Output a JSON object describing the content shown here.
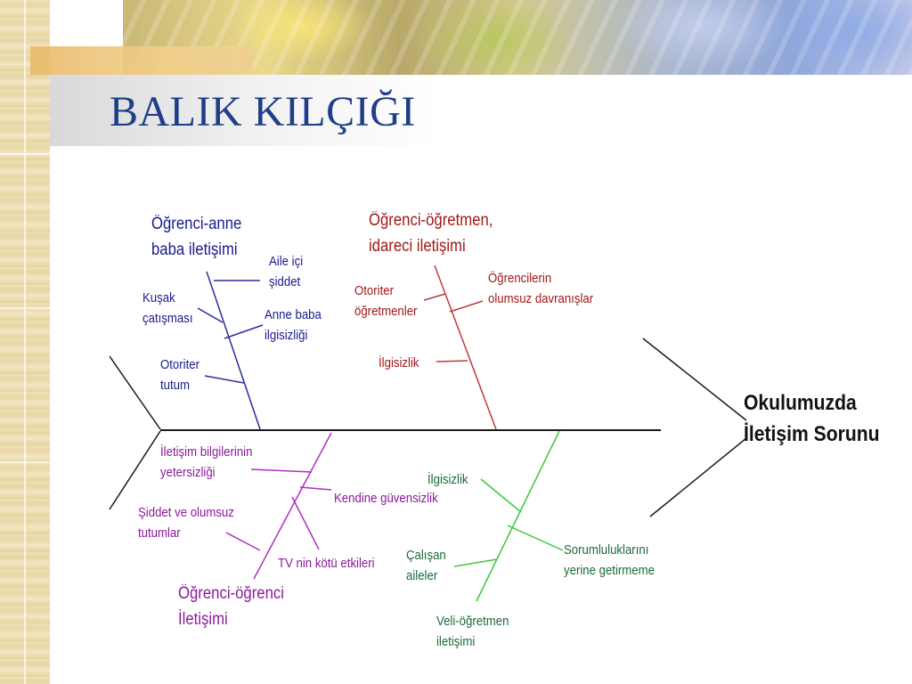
{
  "slide": {
    "title": "BALIK KILÇIĞI"
  },
  "colors": {
    "title": "#1f3d8a",
    "spine": "#1a1a1a",
    "blue_branch": "#2a2aa0",
    "red_branch": "#c03a3a",
    "magenta_branch": "#b030c0",
    "green_branch": "#3ac83a"
  },
  "diagram": {
    "head": "Okulumuzda\nİletişim Sorunu",
    "branches": {
      "ogrenci_anne": {
        "title": "Öğrenci-anne\nbaba iletişimi",
        "causes": {
          "aile": "Aile içi\nşiddet",
          "kusak": "Kuşak\nçatışması",
          "anne": "Anne baba\nilgisizliği",
          "otoriter": "Otoriter\ntutum"
        }
      },
      "ogrenci_ogretmen": {
        "title": "Öğrenci-öğretmen,\nidareci iletişimi",
        "causes": {
          "otoriter": "Otoriter\nöğretmenler",
          "olumsuz": "Öğrencilerin\nolumsuz davranışlar",
          "ilgisizlik": "İlgisizlik"
        }
      },
      "ogrenci_ogrenci": {
        "title": "Öğrenci-öğrenci\nİletişimi",
        "causes": {
          "bilgi": "İletişim bilgilerinin\nyetersizliği",
          "kendine": "Kendine güvensizlik",
          "siddet": "Şiddet ve olumsuz\ntutumlar",
          "tv": "TV nin kötü etkileri"
        }
      },
      "veli_ogretmen": {
        "title": "Veli-öğretmen\niletişimi",
        "causes": {
          "ilgisizlik": "İlgisizlik",
          "calisan": "Çalışan\naileler",
          "sorumluluk": "Sorumluluklarını\nyerine getirmeme"
        }
      }
    }
  }
}
